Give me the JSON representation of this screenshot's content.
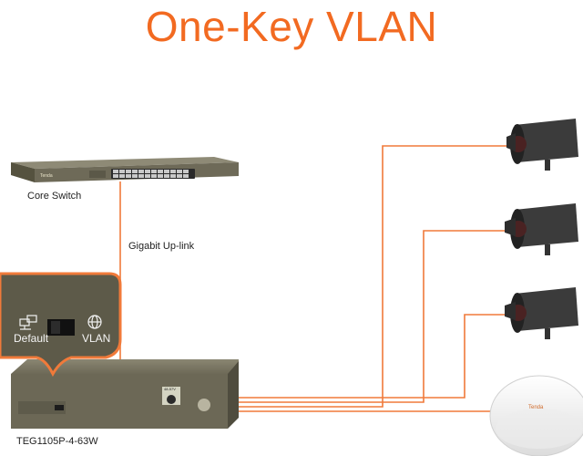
{
  "title": "One-Key VLAN",
  "devices": {
    "core_switch": {
      "label": "Core Switch",
      "brand": "Tenda"
    },
    "poe_switch": {
      "label": "TEG1105P-4-63W",
      "port_label": "48-57V"
    },
    "access_point": {
      "brand": "Tenda"
    }
  },
  "links": {
    "uplink_label": "Gigabit Up-link"
  },
  "vlan_switch": {
    "default_label": "Default",
    "vlan_label": "VLAN"
  },
  "colors": {
    "accent": "#f26a21",
    "link_line": "#f07a3a",
    "switch_body": "#6a6655",
    "camera_body": "#3b3b3b"
  },
  "icons": [
    "network-icon",
    "globe-icon",
    "camera-icon",
    "access-point-icon"
  ]
}
